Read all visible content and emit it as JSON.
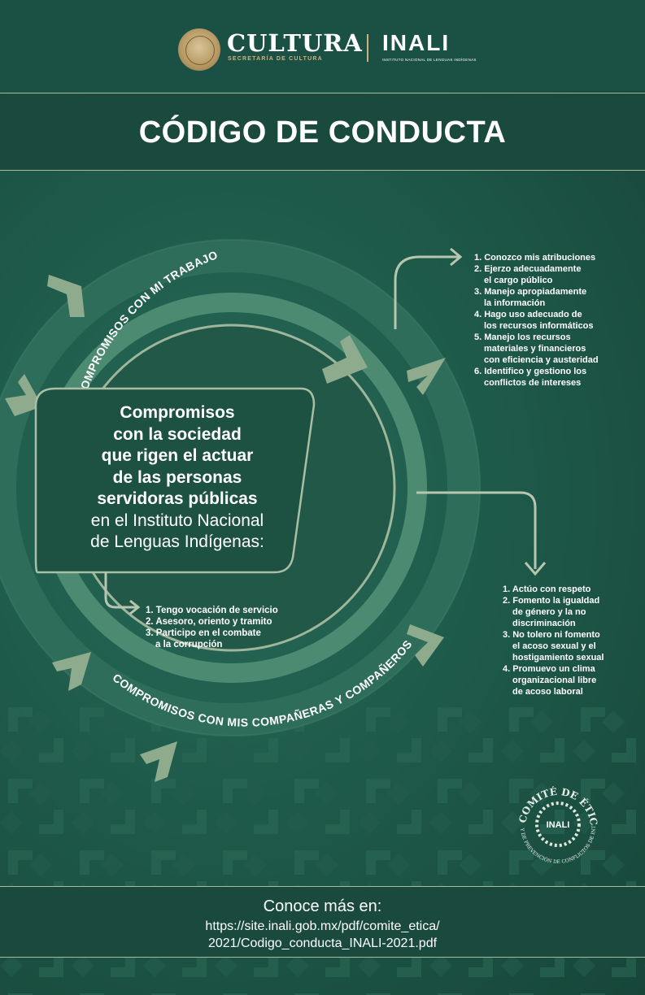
{
  "header": {
    "logo_cultura": "CULTURA",
    "logo_cultura_sub": "SECRETARÍA DE CULTURA",
    "logo_inali": "INALI",
    "logo_inali_sub": "INSTITUTO NACIONAL DE LENGUAS INDÍGENAS"
  },
  "title": "CÓDIGO DE CONDUCTA",
  "center_panel": {
    "bold_lines": [
      "Compromisos",
      "con la sociedad",
      "que rigen el actuar",
      "de las personas",
      "servidoras públicas"
    ],
    "regular_lines": [
      "en el Instituto Nacional",
      "de Lenguas Indígenas:"
    ]
  },
  "ring_labels": {
    "top": "COMPROMISOS CON MI TRABAJO",
    "bottom": "COMPROMISOS CON MIS COMPAÑERAS Y COMPAÑEROS"
  },
  "trabajo_items": [
    "1. Conozco mis atribuciones",
    "2. Ejerzo adecuadamente\nel cargo público",
    "3. Manejo apropiadamente\nla información",
    "4. Hago uso adecuado de\nlos recursos informáticos",
    "5. Manejo los recursos\nmateriales y financieros\ncon eficiencia y austeridad",
    "6. Identifico y gestiono los\nconflictos de intereses"
  ],
  "companeros_items": [
    "1. Actúo con respeto",
    "2. Fomento la igualdad\nde género y la no\ndiscriminación",
    "3. No tolero ni fomento\nel acoso sexual y el\nhostigamiento sexual",
    "4. Promuevo un clima\norganizacional libre\nde acoso laboral"
  ],
  "sociedad_items": [
    "1. Tengo vocación de servicio",
    "2. Asesoro, oriento y tramito",
    "3. Participo en el combate\na la corrupción"
  ],
  "seal": {
    "top_text": "COMITÉ DE ÉTICA",
    "bottom_text": "Y DE PREVENCIÓN DE CONFLICTOS DE INTERÉS",
    "center_text": "INALI"
  },
  "footer": {
    "line1": "Conoce más en:",
    "line2": "https://site.inali.gob.mx/pdf/comite_etica/",
    "line3": "2021/Codigo_conducta_INALI-2021.pdf"
  }
}
